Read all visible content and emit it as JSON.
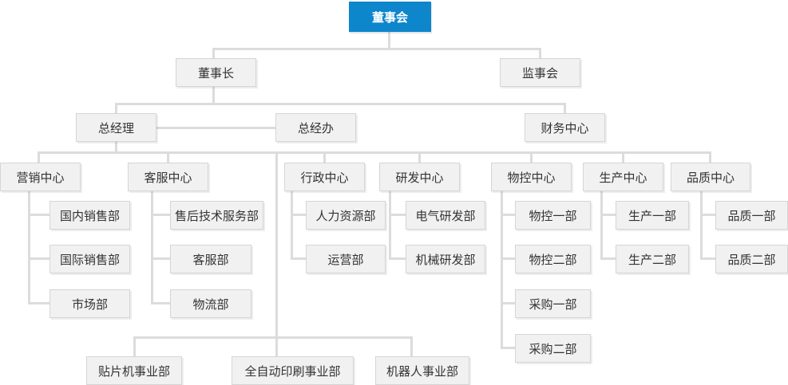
{
  "colors": {
    "root_node_bg": "#0d86cc",
    "root_node_text": "#ffffff",
    "node_bg": "#f1f1f1",
    "node_border": "#d5d5d5",
    "node_text": "#333333",
    "connector": "#dcdcdc",
    "page_bg": "#ffffff"
  },
  "org": {
    "board": "董事会",
    "chairman": "董事长",
    "supervisory_board": "监事会",
    "general_manager": "总经理",
    "gm_office": "总经办",
    "finance_center": "财务中心",
    "centers": {
      "marketing": {
        "label": "营销中心",
        "departments": [
          "国内销售部",
          "国际销售部",
          "市场部"
        ]
      },
      "customer_service": {
        "label": "客服中心",
        "departments": [
          "售后技术服务部",
          "客服部",
          "物流部"
        ]
      },
      "administration": {
        "label": "行政中心",
        "departments": [
          "人力资源部",
          "运营部"
        ]
      },
      "research": {
        "label": "研发中心",
        "departments": [
          "电气研发部",
          "机械研发部"
        ]
      },
      "material_control": {
        "label": "物控中心",
        "departments": [
          "物控一部",
          "物控二部",
          "采购一部",
          "采购二部"
        ]
      },
      "production": {
        "label": "生产中心",
        "departments": [
          "生产一部",
          "生产二部"
        ]
      },
      "quality": {
        "label": "品质中心",
        "departments": [
          "品质一部",
          "品质二部"
        ]
      }
    },
    "business_divisions": [
      "贴片机事业部",
      "全自动印刷事业部",
      "机器人事业部"
    ]
  }
}
